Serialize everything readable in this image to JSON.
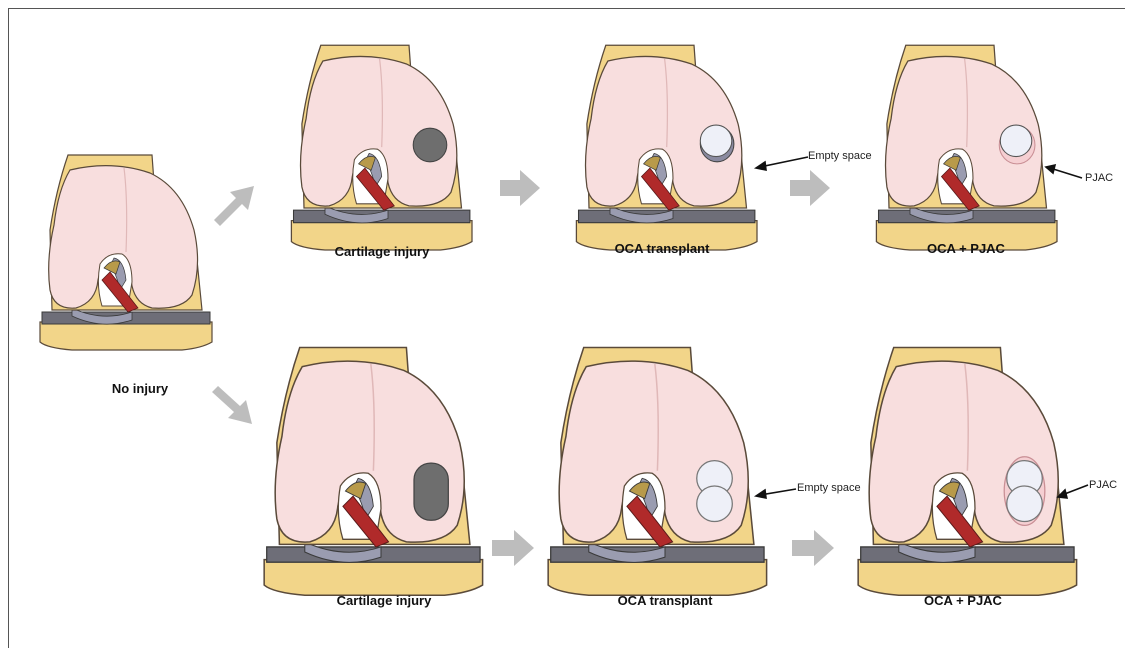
{
  "stages": {
    "baseline": {
      "caption": "No injury"
    },
    "top_row": {
      "injury": {
        "caption": "Cartilage injury"
      },
      "transplant": {
        "caption": "OCA transplant",
        "annotation": "Empty space"
      },
      "combined": {
        "caption": "OCA + PJAC",
        "annotation": "PJAC"
      }
    },
    "bottom_row": {
      "injury": {
        "caption": "Cartilage injury"
      },
      "transplant": {
        "caption": "OCA transplant",
        "annotation": "Empty space"
      },
      "combined": {
        "caption": "OCA + PJAC",
        "annotation": "PJAC"
      }
    }
  },
  "colors": {
    "femur_cartilage": "#f8dede",
    "femur_outline": "#5a4a3a",
    "bone": "#f2d589",
    "meniscus": "#7d7a86",
    "ligament": "#b02a2a",
    "ligament_gray": "#9a9cb0",
    "defect": "#6e6e6e",
    "graft": "#eef0f8",
    "pjac": "#f5cfd2",
    "arrow": "#bdbdbd"
  },
  "icons": [
    "knee-joint-illustration",
    "process-arrow-icon",
    "pointer-arrow-icon"
  ]
}
